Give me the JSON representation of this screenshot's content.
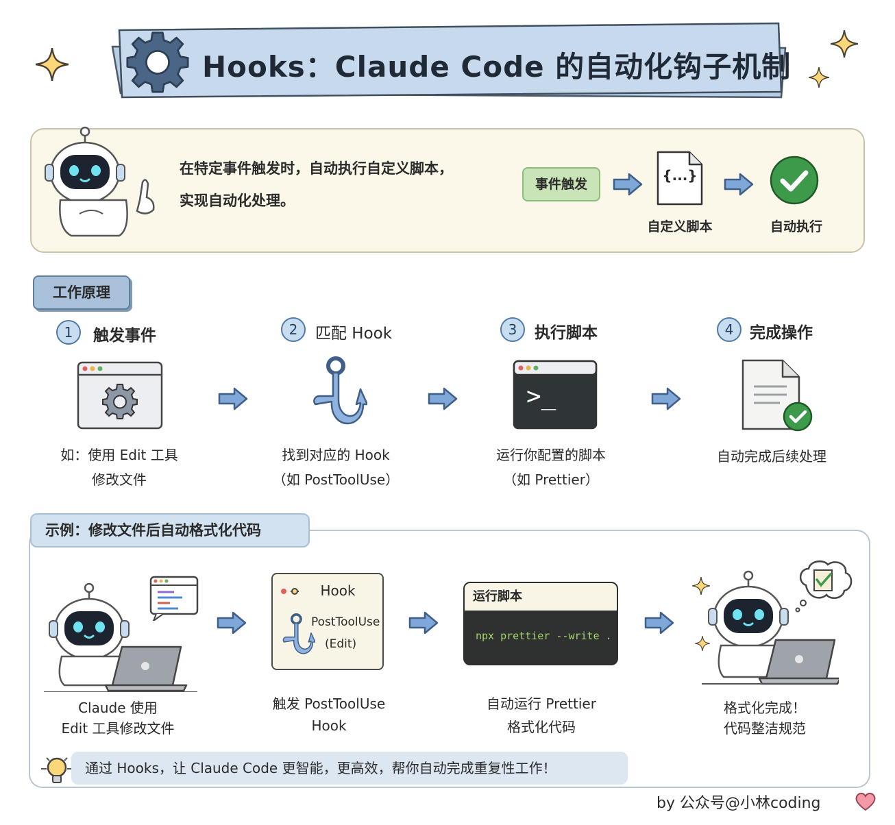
{
  "banner": {
    "title": "Hooks：Claude Code 的自动化钩子机制",
    "icon": "gear-icon"
  },
  "intro": {
    "line1": "在特定事件触发时，自动执行自定义脚本，",
    "line2": "实现自动化处理。",
    "flow": {
      "event": "事件触发",
      "script_label": "自定义脚本",
      "script_icon_text": "{...}",
      "done_label": "自动执行"
    }
  },
  "work": {
    "tag": "工作原理",
    "steps": [
      {
        "num": "1",
        "title": "触发事件",
        "desc1": "如：使用 Edit 工具",
        "desc2": "修改文件",
        "icon": "settings-window-icon"
      },
      {
        "num": "2",
        "title": "匹配 Hook",
        "desc1": "找到对应的 Hook",
        "desc2": "（如 PostToolUse）",
        "icon": "hook-icon"
      },
      {
        "num": "3",
        "title": "执行脚本",
        "desc1": "运行你配置的脚本",
        "desc2": "（如 Prettier）",
        "icon": "terminal-icon",
        "prompt": ">_"
      },
      {
        "num": "4",
        "title": "完成操作",
        "desc1": "自动完成后续处理",
        "desc2": "",
        "icon": "document-check-icon"
      }
    ]
  },
  "example": {
    "tag": "示例：修改文件后自动格式化代码",
    "items": [
      {
        "caption1": "Claude 使用",
        "caption2": "Edit 工具修改文件"
      },
      {
        "card_title": "Hook",
        "card_event": "PostToolUse",
        "card_tool": "(Edit)",
        "caption1": "触发 PostToolUse",
        "caption2": "Hook"
      },
      {
        "card_title": "运行脚本",
        "command": "npx prettier --write .",
        "caption1": "自动运行 Prettier",
        "caption2": "格式化代码"
      },
      {
        "caption1": "格式化完成！",
        "caption2": "代码整洁规范"
      }
    ]
  },
  "tip": "通过 Hooks，让 Claude Code 更智能，更高效，帮你自动完成重复性工作！",
  "credit": "by 公众号@小林coding",
  "colors": {
    "blue_accent": "#6e9bd1",
    "green_ok": "#3d9a4a",
    "banner_fill": "#c7d9ec"
  }
}
